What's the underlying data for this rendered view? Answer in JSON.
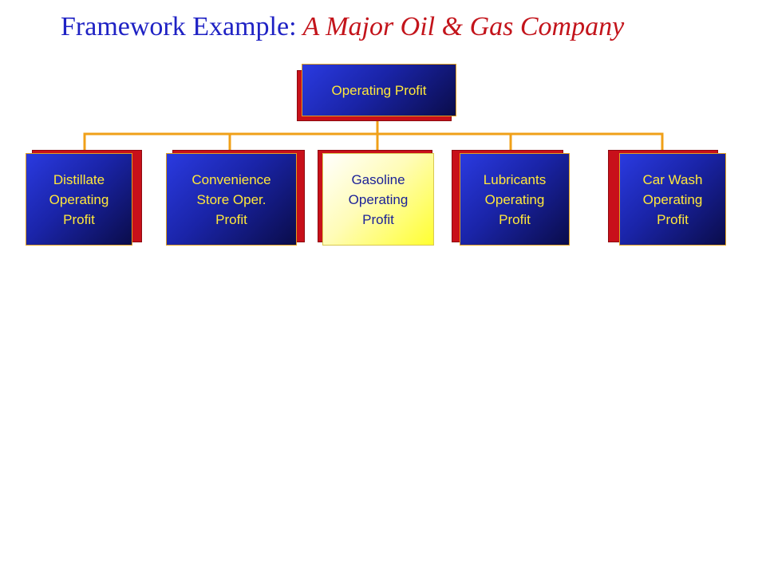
{
  "title": {
    "lead": "Framework Example:",
    "emphasis": "A Major Oil & Gas Company"
  },
  "root": {
    "label": "Operating Profit"
  },
  "children": [
    {
      "label": "Distillate\nOperating\nProfit",
      "highlighted": false
    },
    {
      "label": "Convenience\nStore Oper.\nProfit",
      "highlighted": false
    },
    {
      "label": "Gasoline\nOperating\nProfit",
      "highlighted": true
    },
    {
      "label": "Lubricants\nOperating\nProfit",
      "highlighted": false
    },
    {
      "label": "Car Wash\nOperating\nProfit",
      "highlighted": false
    }
  ],
  "colors": {
    "connector": "#f0a018",
    "box_face": "#1a24a8",
    "box_shadow": "#c8101a",
    "box_text": "#ffe83a",
    "highlight_face": "#ffff30",
    "highlight_text": "#1c2298",
    "title_lead": "#1f22c4",
    "title_emphasis": "#c3141b"
  }
}
